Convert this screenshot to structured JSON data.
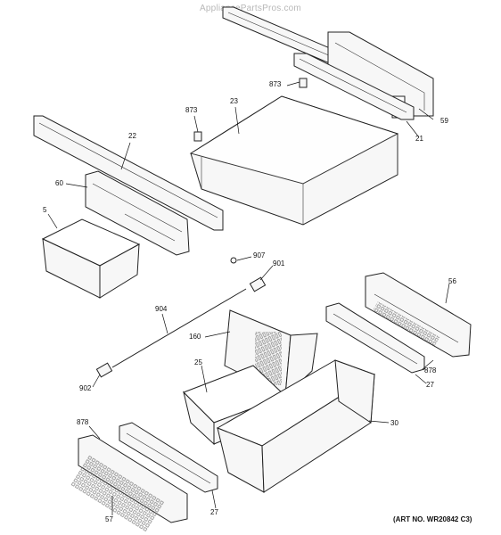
{
  "watermark": "AppliancePartsPros.com",
  "art_number": "(ART NO. WR20842 C3)",
  "callouts": {
    "c873a": "873",
    "c873b": "873",
    "c23": "23",
    "c59": "59",
    "c21": "21",
    "c22": "22",
    "c60": "60",
    "c5": "5",
    "c907": "907",
    "c901": "901",
    "c904": "904",
    "c160": "160",
    "c56": "56",
    "c878a": "878",
    "c25": "25",
    "c27a": "27",
    "c902": "902",
    "c30": "30",
    "c878b": "878",
    "c27b": "27",
    "c57": "57"
  }
}
